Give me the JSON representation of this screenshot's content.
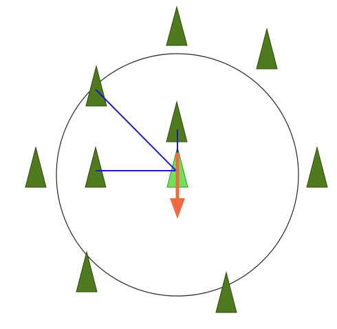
{
  "colors": {
    "background": "#ffffff",
    "tree_fill": "#4f7a1e",
    "tree_stroke": "#2c4a0c",
    "focal_fill": "#6ee35a",
    "focal_stroke": "#3c8a2a",
    "circle_stroke": "#222222",
    "line_color": "#1a1acc",
    "arrow_color": "#f06a40"
  },
  "shapes": {
    "tree": "triangle",
    "focal": "triangle",
    "boundary": "circle",
    "connections": "straight-lines",
    "direction": "downward-arrow"
  }
}
